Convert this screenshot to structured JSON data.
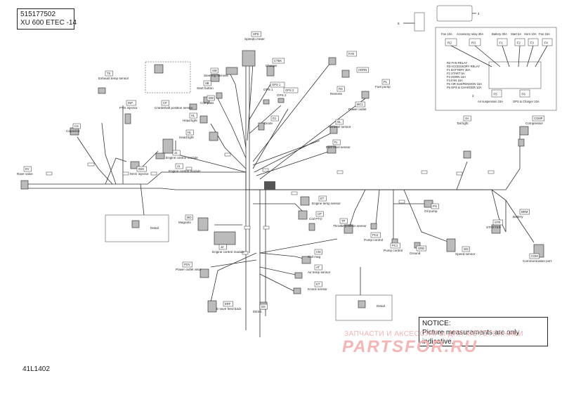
{
  "title": {
    "part_number": "515177502",
    "model": "XU 600 ETEC -14"
  },
  "doc_ref": "41L1402",
  "notice": {
    "heading": "NOTICE:",
    "text": "Picture measurements are only indicative."
  },
  "watermark": {
    "small": "ЗАПЧАСТИ И АКСЕССУАРЫ ДЛЯ МОТОТЕХНИКИ",
    "big": "PARTSFOR.RU"
  },
  "fusebox": {
    "callouts": [
      "5",
      "4",
      "2"
    ],
    "fuse_labels_top": [
      "Fan 10A",
      "Accessory relay 30A",
      "Battery 30A",
      "Start 5A",
      "Horn 10A",
      "Fan 15A"
    ],
    "slots_top": [
      "R2",
      "R3",
      "F1",
      "F2",
      "F3",
      "F4"
    ],
    "slots_bottom": [
      "F5",
      "F6"
    ],
    "fuse_labels_bottom": [
      "Air suspension 15A",
      "GPS & Charger 10A"
    ],
    "legend": [
      "R2 FAN RELAY",
      "R3 ACCESSORY RELAY",
      "F1 BATTERY 30A",
      "F2 START 5A",
      "F3 HORN 10A",
      "F4 FAN 15A",
      "F5 AIR SUSPENSION 15A",
      "F6 GPS & CHARGER 10A"
    ]
  },
  "components": [
    {
      "code": "TS",
      "label": "Exhaust temp sensor"
    },
    {
      "code": "INP",
      "label": "PTO injector"
    },
    {
      "code": "CS",
      "label": "Capacitor"
    },
    {
      "code": "EV",
      "label": "Rave valve"
    },
    {
      "code": "INM",
      "label": "MAG injector"
    },
    {
      "code": "SW",
      "label": "Steering harness"
    },
    {
      "code": "SB",
      "label": "Start button"
    },
    {
      "code": "DW",
      "label": "Compass"
    },
    {
      "code": "CP",
      "label": "Crankshaft position sensor"
    },
    {
      "code": "SPD",
      "label": "Speedo meter"
    },
    {
      "code": "CTEK",
      "label": "Charger"
    },
    {
      "code": "FAN",
      "label": ""
    },
    {
      "code": "HORN",
      "label": ""
    },
    {
      "code": "GPS 1",
      "label": "GPS 1"
    },
    {
      "code": "GPS 2",
      "label": "GPS 2"
    },
    {
      "code": "RS",
      "label": "Reverse"
    },
    {
      "code": "MC1",
      "label": "Power outlet"
    },
    {
      "code": "D1",
      "label": "Diode"
    },
    {
      "code": "OL",
      "label": "Oil level sensor"
    },
    {
      "code": "FL",
      "label": "Fuel level sensor"
    },
    {
      "code": "PL",
      "label": "Fuel pump"
    },
    {
      "code": "HL",
      "label": "Head light"
    },
    {
      "code": "HL",
      "label": "Head light"
    },
    {
      "code": "J1",
      "label": "Engine control module"
    },
    {
      "code": "J1",
      "label": "Engine control module"
    },
    {
      "code": "SA",
      "label": "Tail light"
    },
    {
      "code": "COMP",
      "label": "Compressor"
    },
    {
      "code": "BRM",
      "label": "Battery"
    },
    {
      "code": "STR",
      "label": "STARTER"
    },
    {
      "code": "COM",
      "label": "Communication port"
    },
    {
      "code": "WS",
      "label": "Speed sensor"
    },
    {
      "code": "PH",
      "label": "Oil pump"
    },
    {
      "code": "PC2",
      "label": "Pump control"
    },
    {
      "code": "PC1",
      "label": "Pump control"
    },
    {
      "code": "GRD",
      "label": "Ground"
    },
    {
      "code": "ET",
      "label": "Engine temp sensor"
    },
    {
      "code": "MO",
      "label": "Magneto"
    },
    {
      "code": "CP",
      "label": "Coil PTO"
    },
    {
      "code": "J2",
      "label": "Engine control module"
    },
    {
      "code": "POV",
      "label": "Power outlet visor"
    },
    {
      "code": "CM",
      "label": "Coil mag"
    },
    {
      "code": "TP",
      "label": "Throttle position sensor"
    },
    {
      "code": "AT",
      "label": "Air temp sensor"
    },
    {
      "code": "KT",
      "label": "Knock sensor"
    },
    {
      "code": "ERF",
      "label": "E-vave feed back"
    },
    {
      "code": "DS",
      "label": "DESS"
    }
  ],
  "details": [
    "Detail",
    "Detail"
  ],
  "accent_colors": {
    "line": "#333333",
    "connector": "#bbbbbb",
    "watermark": "#f5b5b5",
    "highlight": "#e07878"
  }
}
